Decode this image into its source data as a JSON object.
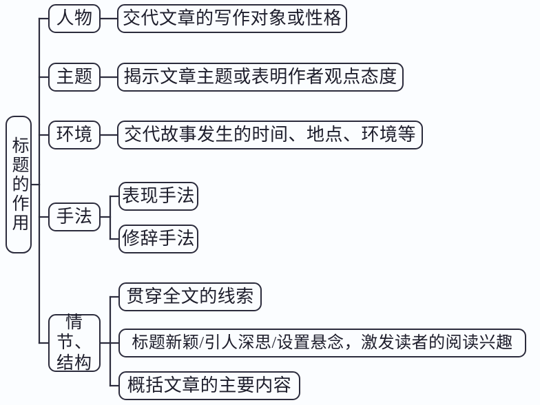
{
  "diagram": {
    "type": "mind-map",
    "title": "标题的作用",
    "background_color": "#fbfdff",
    "stroke_color": "#2b2b3c",
    "text_color": "#1d1d2b",
    "root": {
      "label": "标题的作用"
    },
    "branches": [
      {
        "label": "人物",
        "children": [
          {
            "label": "交代文章的写作对象或性格"
          }
        ]
      },
      {
        "label": "主题",
        "children": [
          {
            "label": "揭示文章主题或表明作者观点态度"
          }
        ]
      },
      {
        "label": "环境",
        "children": [
          {
            "label": "交代故事发生的时间、地点、环境等"
          }
        ]
      },
      {
        "label": "手法",
        "children": [
          {
            "label": "表现手法"
          },
          {
            "label": "修辞手法"
          }
        ]
      },
      {
        "label": "情节、结构",
        "children": [
          {
            "label": "贯穿全文的线索"
          },
          {
            "label": "标题新颖/引人深思/设置悬念，激发读者的阅读兴趣"
          },
          {
            "label": "概括文章的主要内容"
          }
        ]
      }
    ]
  }
}
